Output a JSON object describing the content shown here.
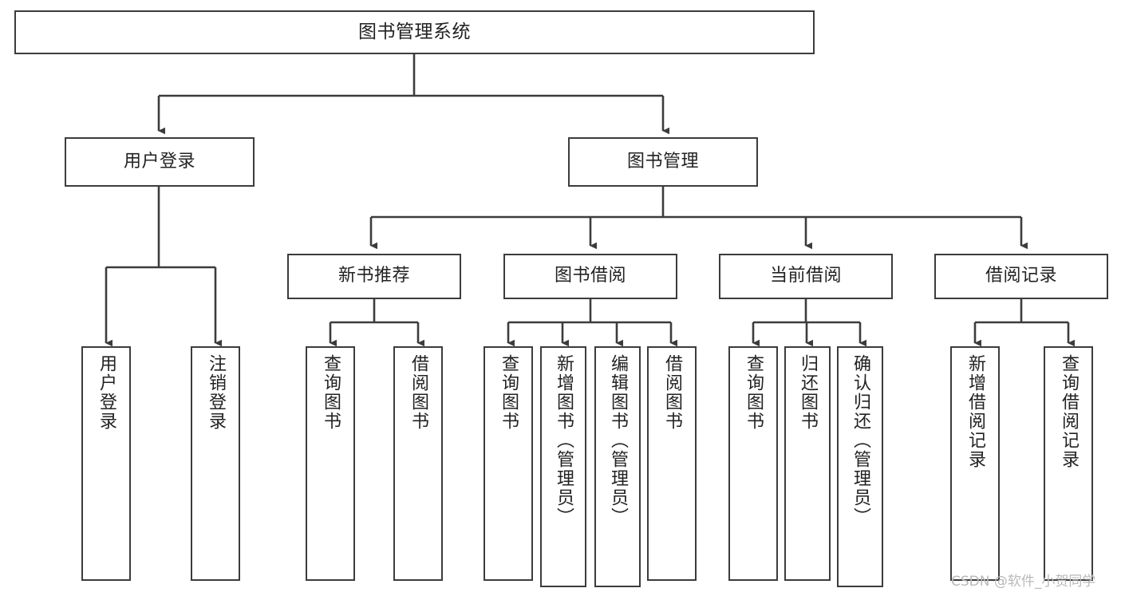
{
  "diagram": {
    "type": "tree-hierarchy",
    "title": "图书管理系统",
    "orientation": "top-down",
    "background_color": "#ffffff",
    "stroke_color": "#3c3c3c",
    "text_color": "#222222"
  },
  "root": {
    "label": "图书管理系统"
  },
  "level2": [
    {
      "label": "用户登录"
    },
    {
      "label": "图书管理"
    }
  ],
  "level3": [
    {
      "label": "新书推荐"
    },
    {
      "label": "图书借阅"
    },
    {
      "label": "当前借阅"
    },
    {
      "label": "借阅记录"
    }
  ],
  "leaves": {
    "user_login": [
      {
        "label": "用户登录"
      },
      {
        "label": "注销登录"
      }
    ],
    "new_book_recommend": [
      {
        "label": "查询图书"
      },
      {
        "label": "借阅图书"
      }
    ],
    "book_borrow": [
      {
        "label": "查询图书"
      },
      {
        "label": "新增图书（管理员）"
      },
      {
        "label": "编辑图书（管理员）"
      },
      {
        "label": "借阅图书"
      }
    ],
    "current_borrow": [
      {
        "label": "查询图书"
      },
      {
        "label": "归还图书"
      },
      {
        "label": "确认归还（管理员）"
      }
    ],
    "borrow_record": [
      {
        "label": "新增借阅记录"
      },
      {
        "label": "查询借阅记录"
      }
    ]
  },
  "watermark": {
    "text": "CSDN @软件_小贺同学",
    "color": "#b9b9b9"
  }
}
